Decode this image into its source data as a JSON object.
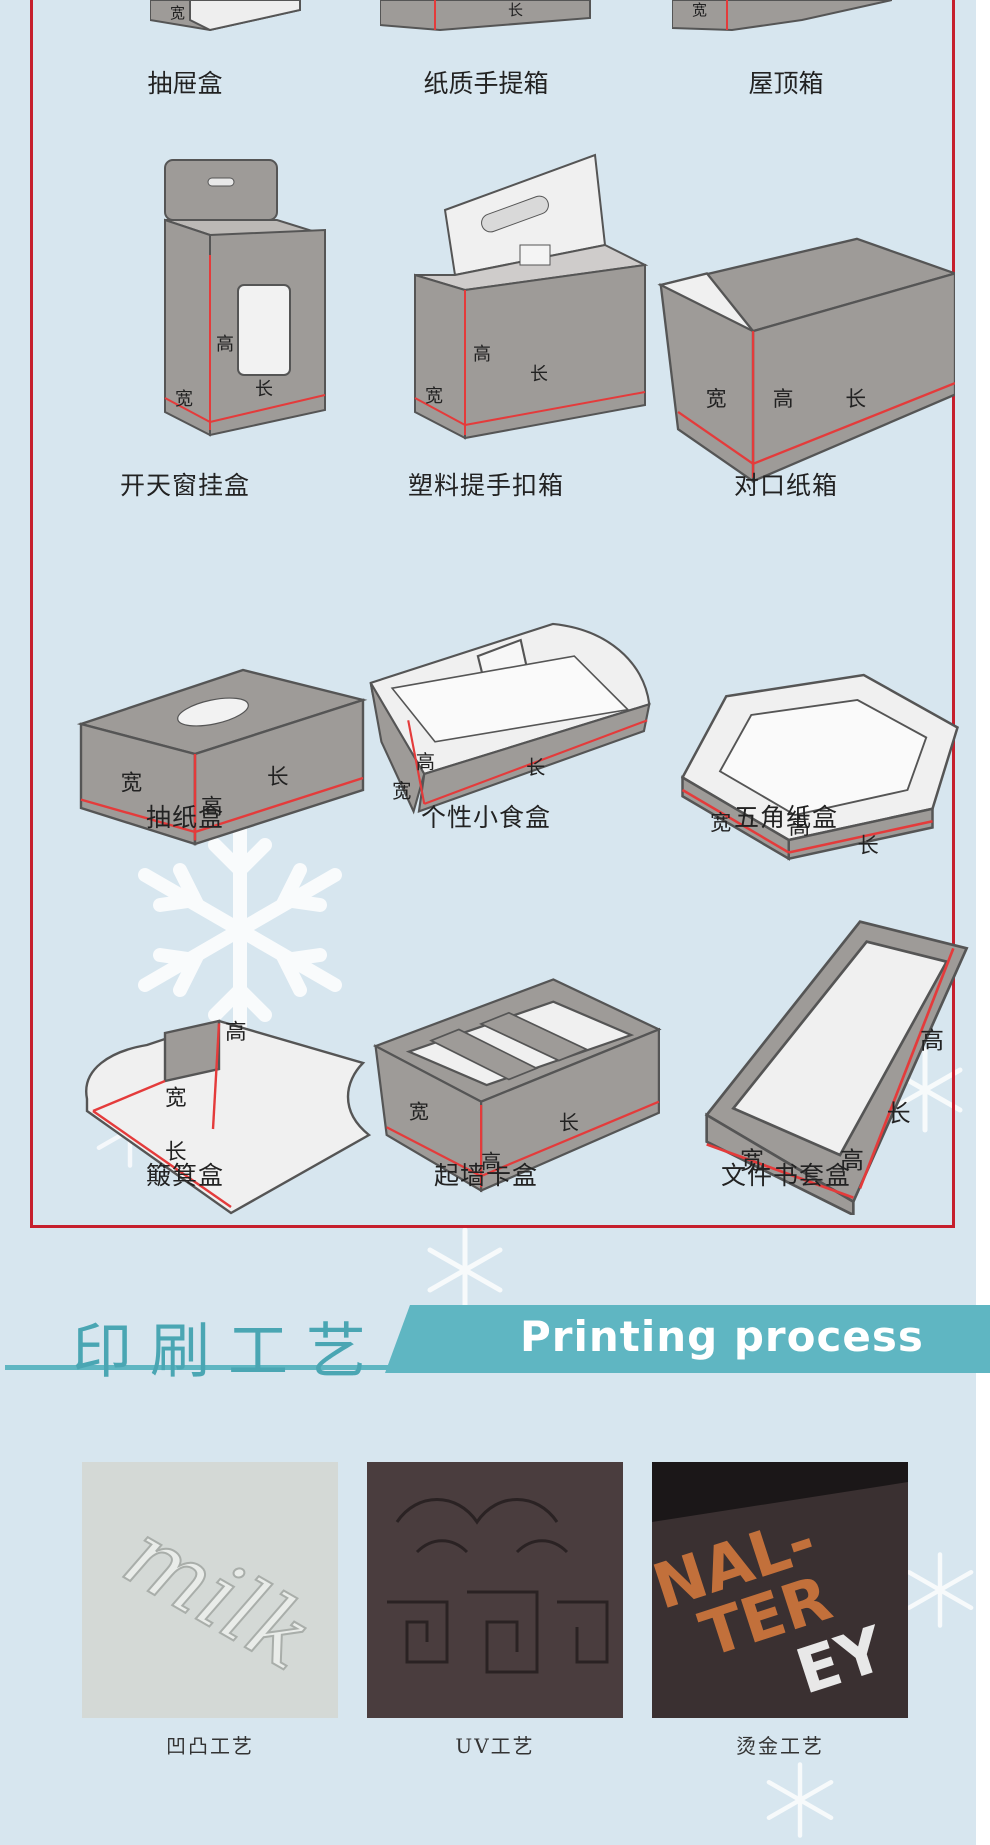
{
  "boxes_top_partial": [
    {
      "label": "抽屉盒"
    },
    {
      "label": "纸质手提箱"
    },
    {
      "label": "屋顶箱"
    }
  ],
  "boxes": [
    {
      "label": "开天窗挂盒",
      "marks": [
        "高",
        "宽",
        "长"
      ]
    },
    {
      "label": "塑料提手扣箱",
      "marks": [
        "高",
        "宽",
        "长"
      ]
    },
    {
      "label": "对口纸箱",
      "marks": [
        "宽",
        "高",
        "长"
      ]
    },
    {
      "label": "抽纸盒",
      "marks": [
        "宽",
        "高",
        "长"
      ]
    },
    {
      "label": "个性小食盒",
      "marks": [
        "高",
        "宽",
        "长"
      ]
    },
    {
      "label": "五角纸盒",
      "marks": [
        "宽",
        "高",
        "长"
      ]
    },
    {
      "label": "簸箕盒",
      "marks": [
        "高",
        "宽",
        "长"
      ]
    },
    {
      "label": "起墙卡盒",
      "marks": [
        "宽",
        "长",
        "高"
      ]
    },
    {
      "label": "文件书套盒",
      "marks": [
        "高",
        "长",
        "宽",
        "高"
      ]
    }
  ],
  "top_partial_marks": [
    "宽",
    "长",
    "宽"
  ],
  "section": {
    "title_cn": "印刷工艺",
    "title_en": "Printing process"
  },
  "processes": [
    {
      "label": "凹凸工艺"
    },
    {
      "label": "UV工艺"
    },
    {
      "label": "烫金工艺"
    }
  ],
  "process_images": {
    "emboss_text": "milk",
    "foil_text": [
      "NAL-",
      "TER",
      "EY"
    ]
  },
  "colors": {
    "background": "#d7e6ef",
    "frame_red": "#c61f2d",
    "box_gray": "#9e9b98",
    "teal_band": "#5fb6c2",
    "teal_text": "#4aa6b3"
  }
}
